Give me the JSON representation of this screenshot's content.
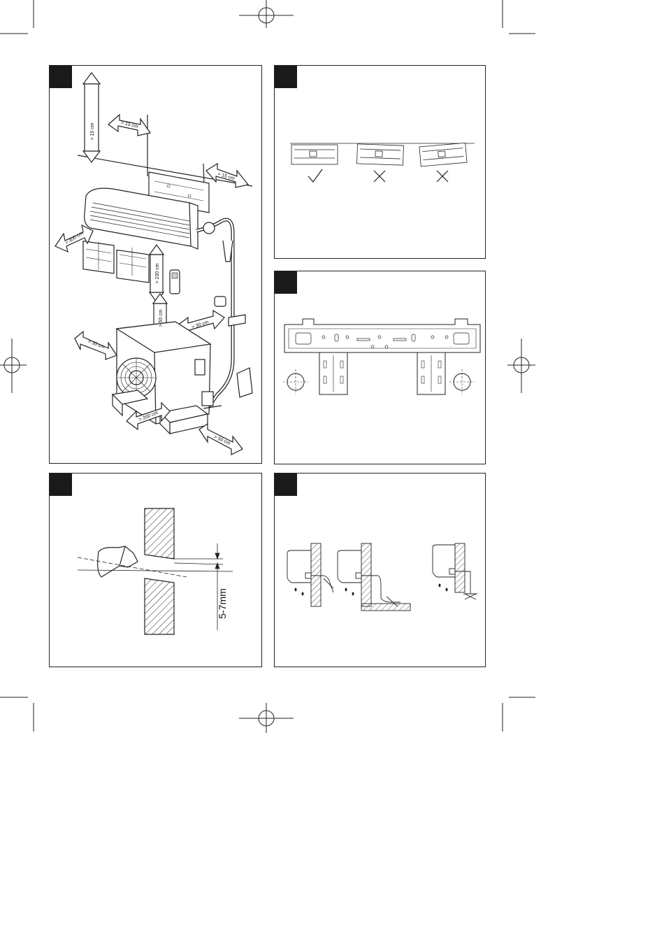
{
  "panel1": {
    "dim_top_clearance": "> 15 cm",
    "dim_side_clearance": "> 15 cm",
    "dim_right_clearance": "> 15 cm",
    "dim_front_clearance": "> 300 cm",
    "dim_height": "> 230 cm",
    "dim_outdoor_top": "> 50 cm",
    "dim_outdoor_rear": "> 30 cm",
    "dim_outdoor_left": "> 30 cm",
    "dim_outdoor_front": "> 200 cm",
    "dim_outdoor_right": "> 50 cm"
  },
  "panel4": {
    "hole_dim": "5-7mm"
  },
  "icons": {
    "check": "check-mark-icon",
    "cross": "cross-mark-icon"
  }
}
